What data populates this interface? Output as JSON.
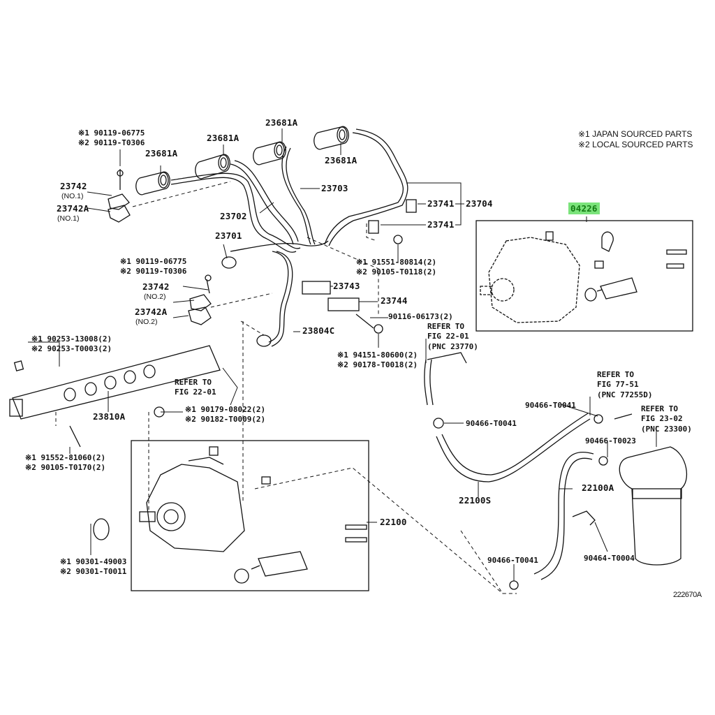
{
  "legend": {
    "line1": "※1 JAPAN SOURCED PARTS",
    "line2": "※2 LOCAL SOURCED PARTS"
  },
  "highlight_color": "#7be37b",
  "figure_id": "222670A",
  "parts": {
    "p23681a_1": "23681A",
    "p23681a_2": "23681A",
    "p23681a_3": "23681A",
    "p23681a_4": "23681A",
    "p23703": "23703",
    "p23702": "23702",
    "p23701": "23701",
    "p23741_a": "23741",
    "p23741_b": "23741",
    "p23704": "23704",
    "p04226": "04226",
    "p23742_no1": "23742",
    "p23742_no1_sub": "(NO.1)",
    "p23742a_no1": "23742A",
    "p23742a_no1_sub": "(NO.1)",
    "p23742_no2": "23742",
    "p23742_no2_sub": "(NO.2)",
    "p23742a_no2": "23742A",
    "p23742a_no2_sub": "(NO.2)",
    "p23743": "23743",
    "p23744": "23744",
    "p90116": "90116-06173(2)",
    "p23804c": "23804C",
    "p23810a": "23810A",
    "p22100": "22100",
    "p22100s": "22100S",
    "p22100a": "22100A",
    "p90466_t0041_a": "90466-T0041",
    "p90466_t0041_b": "90466-T0041",
    "p90466_t0041_c": "90466-T0041",
    "p90466_t0023": "90466-T0023",
    "p90464_t0004": "90464-T0004"
  },
  "part_pairs": {
    "bolt_no1": {
      "j": "※1 90119-06775",
      "l": "※2 90119-T0306"
    },
    "bolt_no2": {
      "j": "※1 90119-06775",
      "l": "※2 90119-T0306"
    },
    "bolt_23741": {
      "j": "※1 91551-80814(2)",
      "l": "※2 90105-T0118(2)"
    },
    "nut_94151": {
      "j": "※1 94151-80600(2)",
      "l": "※2 90178-T0018(2)"
    },
    "plug_90253": {
      "j": "※1 90253-13008(2)",
      "l": "※2 90253-T0003(2)"
    },
    "nut_90179": {
      "j": "※1 90179-08022(2)",
      "l": "※2 90182-T0009(2)"
    },
    "bolt_91552": {
      "j": "※1 91552-81060(2)",
      "l": "※2 90105-T0170(2)"
    },
    "oring_90301": {
      "j": "※1 90301-49003",
      "l": "※2 90301-T0011"
    }
  },
  "references": {
    "fig2201_rail": {
      "l1": "REFER TO",
      "l2": "FIG 22-01"
    },
    "fig2201_pnc": {
      "l1": "REFER TO",
      "l2": "FIG 22-01",
      "l3": "(PNC 23770)"
    },
    "fig7751": {
      "l1": "REFER TO",
      "l2": "FIG 77-51",
      "l3": "(PNC 77255D)"
    },
    "fig2302": {
      "l1": "REFER TO",
      "l2": "FIG 23-02",
      "l3": "(PNC 23300)"
    }
  }
}
